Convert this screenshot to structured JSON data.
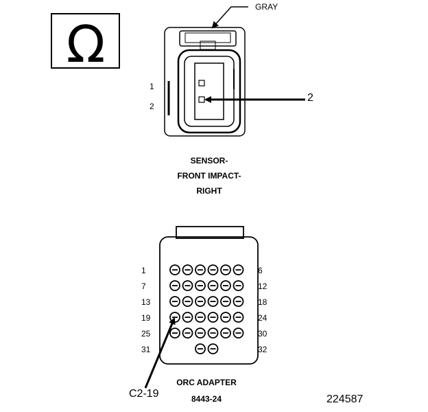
{
  "ohm_symbol": "Ω",
  "connector_color_label": "GRAY",
  "sensor_pin_numbers": [
    "1",
    "2"
  ],
  "probe_pin_callout": "2",
  "sensor_title_lines": [
    "SENSOR-",
    "FRONT IMPACT-",
    "RIGHT"
  ],
  "adapter_row_left_pins": [
    "1",
    "7",
    "13",
    "19",
    "25",
    "31"
  ],
  "adapter_row_right_pins": [
    "6",
    "12",
    "18",
    "24",
    "30",
    "32"
  ],
  "adapter_cavities_per_row": [
    6,
    6,
    6,
    6,
    6,
    2
  ],
  "adapter_title": "ORC ADAPTER",
  "adapter_part_number": "8443-24",
  "probe_adapter_callout": "C2-19",
  "figure_number": "224587"
}
